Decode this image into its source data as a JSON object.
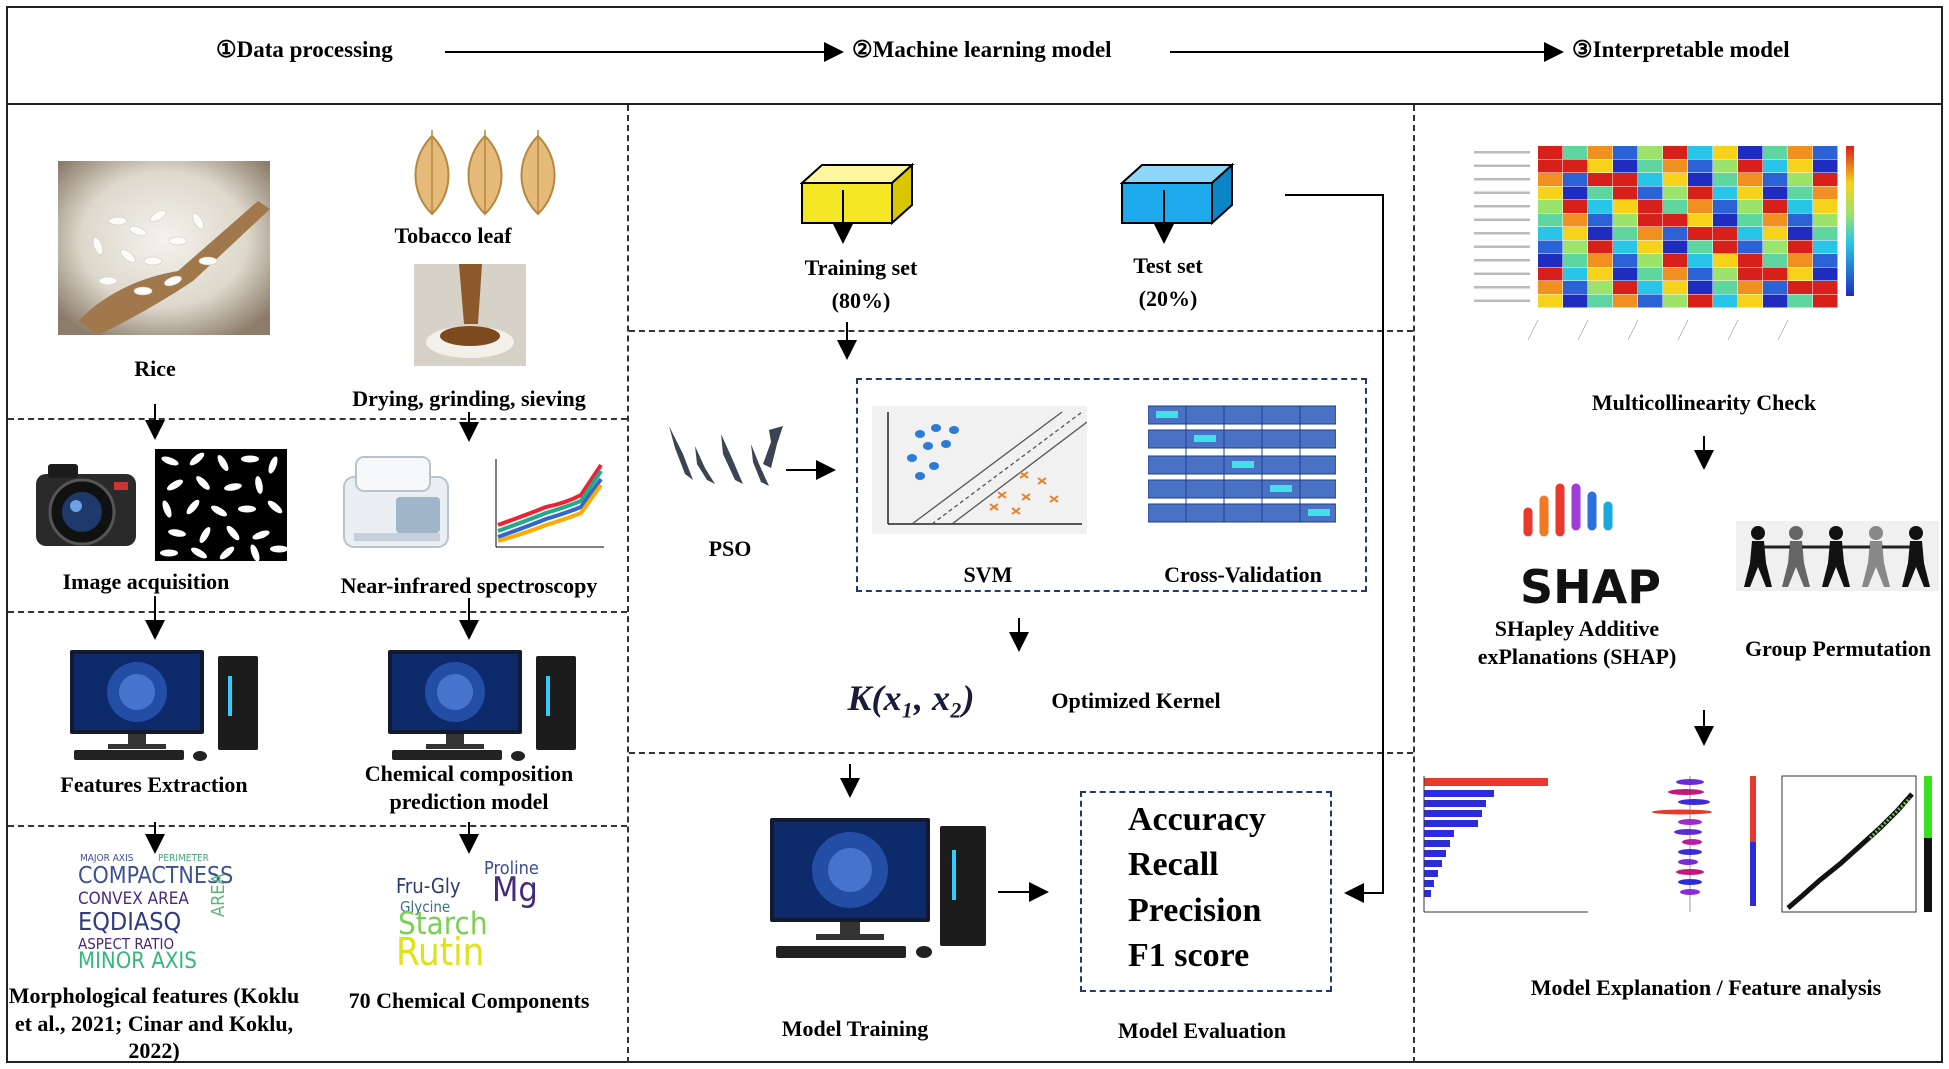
{
  "header": {
    "step1": "①Data processing",
    "step2": "②Machine learning model",
    "step3": "③Interpretable model"
  },
  "data_processing": {
    "tobacco_leaf": "Tobacco leaf",
    "rice": "Rice",
    "drying": "Drying, grinding, sieving",
    "image_acquisition": "Image acquisition",
    "nir": "Near-infrared spectroscopy",
    "features_extraction": "Features Extraction",
    "chem_model": "Chemical composition prediction model",
    "morph_features": "Morphological features (Koklu et al., 2021; Cinar and Koklu, 2022)",
    "chem_components": "70 Chemical Components",
    "morph_cloud": [
      "MAJOR AXIS",
      "PERIMETER",
      "COMPACTNESS",
      "CONVEX AREA",
      "EQDIASQ",
      "AREA",
      "ASPECT RATIO",
      "MINOR AXIS"
    ],
    "chem_cloud": [
      "Proline",
      "Fru-Gly",
      "Mg",
      "Glycine",
      "Starch",
      "Rutin"
    ]
  },
  "ml_model": {
    "training_set": "Training set",
    "training_pct": "(80%)",
    "test_set": "Test set",
    "test_pct": "(20%)",
    "pso": "PSO",
    "svm": "SVM",
    "cross_validation": "Cross-Validation",
    "kernel_formula": "K(x₁, x₂)",
    "optimized_kernel": "Optimized Kernel",
    "model_training": "Model Training",
    "model_evaluation": "Model Evaluation",
    "metrics": [
      "Accuracy",
      "Recall",
      "Precision",
      "F1 score"
    ]
  },
  "interpretable": {
    "multicollinearity": "Multicollinearity Check",
    "shap_logo": "SHAP",
    "shap_full": "SHapley Additive exPlanations (SHAP)",
    "group_permutation": "Group Permutation",
    "model_explanation": "Model Explanation / Feature analysis"
  },
  "colors": {
    "training_box": "#f5e623",
    "test_box": "#1ea9ec",
    "shap_bar_red": "#e8392d",
    "shap_bar_blue": "#2b2bd8"
  }
}
